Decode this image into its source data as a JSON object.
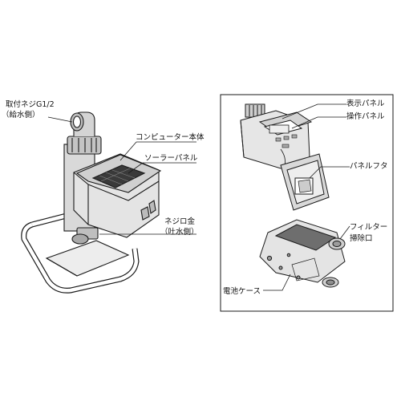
{
  "labels": {
    "inlet_screw": "取付ネジG1/2",
    "inlet_screw_note": "（給水側）",
    "computer_body": "コンピューター本体",
    "solar_panel": "ソーラーパネル",
    "outlet_fitting": "ネジロ金",
    "outlet_fitting_note": "（吐水側）",
    "display_panel": "表示パネル",
    "control_panel": "操作パネル",
    "panel_lid": "パネルフタ",
    "filter": "フィルター",
    "filter_cleaning_port": "掃除口",
    "battery_case": "電池ケース"
  },
  "colors": {
    "line": "#1a1a1a",
    "body_light": "#e6e6e6",
    "body_mid": "#c8c8c8",
    "body_dark": "#6e6e6e",
    "solar": "#3a3a3a"
  }
}
